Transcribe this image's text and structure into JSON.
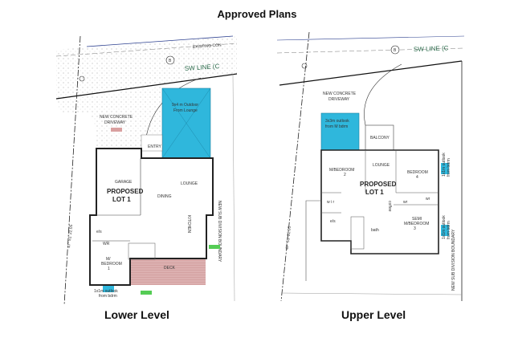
{
  "title": "Approved Plans",
  "colors": {
    "outdoor_area": "#2fb7dc",
    "deck": "#d7a5a5",
    "wall": "#222222",
    "driveway_dots": "#8a8a8a"
  },
  "lower": {
    "caption": "Lower Level",
    "street_top": "EXISTING CON",
    "street_line": "SW LINE (C",
    "marker": "B",
    "boundary": "47° 51'   22.05",
    "driveway": [
      "NEW CONCRETE",
      "DRIVEWAY"
    ],
    "outdoor": [
      "9x4 m Outdoor",
      "From Lounge"
    ],
    "garage": "GARAGE",
    "proposed": [
      "PROPOSED",
      "LOT 1"
    ],
    "dining": "DINING",
    "lounge": "LOUNGE",
    "kitchen": "KITCHEN",
    "entry": "ENTRY",
    "bedroom": [
      "M/",
      "BEDROOM",
      "1"
    ],
    "es": "e/s",
    "wr": "WR",
    "deck": "DECK",
    "outlook": [
      "1x1m outlook",
      "from bdrm"
    ],
    "boundary_note": "NEW SUB DIVISION BOUNDARY"
  },
  "upper": {
    "caption": "Upper Level",
    "street_line": "SW LINE (C",
    "marker": "B",
    "boundary": "47° 51'   22.05",
    "driveway": [
      "NEW CONCRETE",
      "DRIVEWAY"
    ],
    "outdoor": [
      "3x3m outlook",
      "from M bdrm"
    ],
    "balcony": "BALCONY",
    "master": [
      "M/BEDROOM",
      "2"
    ],
    "lounge": "LOUNGE",
    "bedroom4": [
      "BEDROOM",
      "4"
    ],
    "proposed": [
      "PROPOSED",
      "LOT 1"
    ],
    "wir": "w i r",
    "es": "e/s",
    "coffee": "coffee",
    "wr1": "wr",
    "wr2": "wr",
    "bath": "bath",
    "semi": [
      "SEMI",
      "M/BEDROOM",
      "3"
    ],
    "outlook_right1": [
      "1x1m outlook",
      "from bdrm"
    ],
    "outlook_right2": [
      "1x1m outlook",
      "from bdrm"
    ],
    "boundary_note": "NEW SUB DIVISION BOUNDARY"
  }
}
